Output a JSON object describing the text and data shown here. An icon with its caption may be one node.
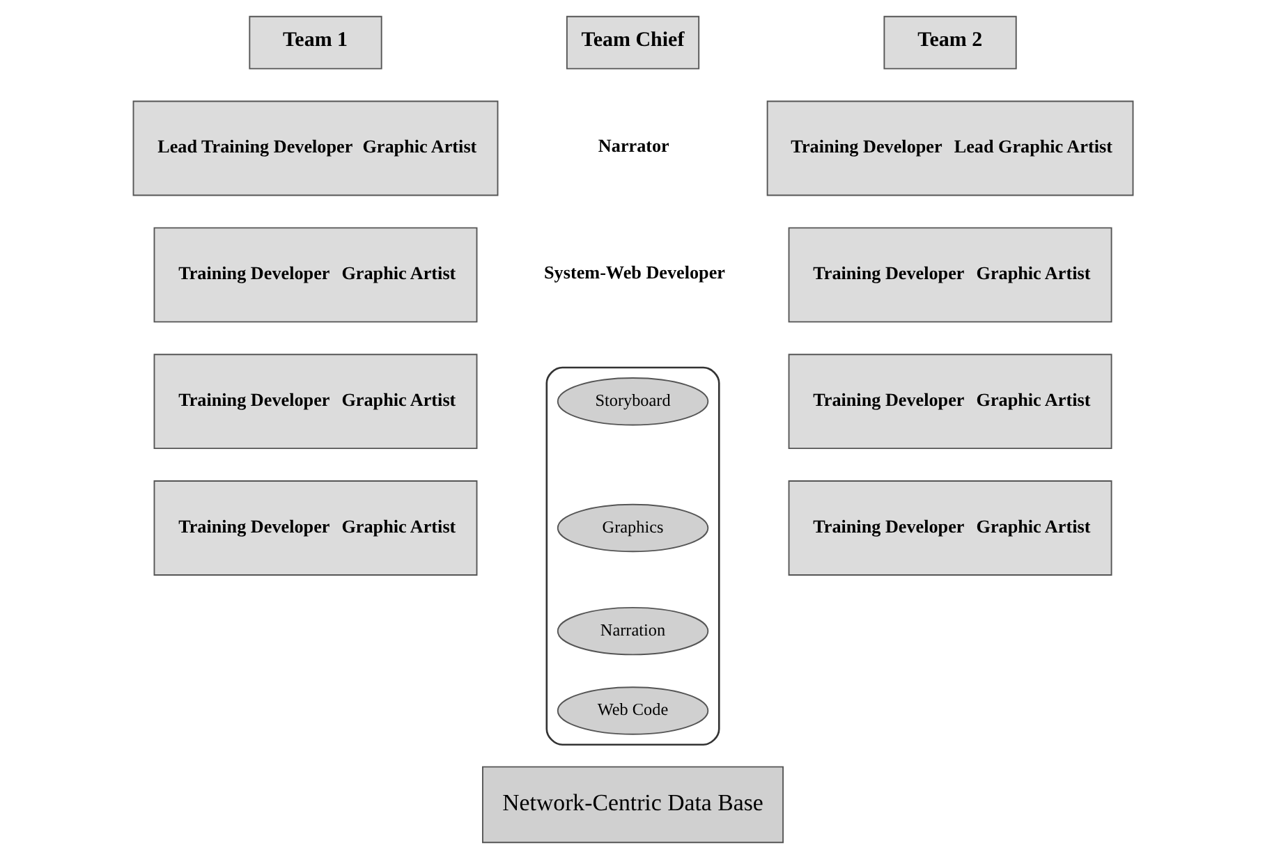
{
  "diagram": {
    "nodes": [
      {
        "text": [
          "Team 1"
        ]
      },
      {
        "text": [
          "Team Chief"
        ]
      },
      {
        "text": [
          "Team 2"
        ]
      },
      {
        "text": [
          "Lead Training Developer",
          "Graphic Artist"
        ]
      },
      {
        "text": [
          "Training Developer",
          "Graphic Artist"
        ]
      },
      {
        "text": [
          "Training Developer",
          "Graphic Artist"
        ]
      },
      {
        "text": [
          "Training Developer",
          "Graphic Artist"
        ]
      },
      {
        "text": [],
        "shape": "cylinder"
      },
      {
        "text": [
          "Storyboard"
        ],
        "in": 7
      },
      {
        "text": [
          "Graphics"
        ],
        "in": 7
      },
      {
        "text": [
          "Narration"
        ],
        "in": 7
      },
      {
        "text": [
          "Web Code"
        ],
        "in": 7
      },
      {
        "text": [
          "Network-Centric Data Base"
        ]
      },
      {
        "text": [
          "Training Developer",
          "Lead Graphic Artist"
        ]
      },
      {
        "text": [
          "Training Developer",
          "Graphic Artist"
        ]
      },
      {
        "text": [
          "Training Developer",
          "Graphic Artist"
        ]
      },
      {
        "text": [
          "Training Developer",
          "Graphic Artist"
        ]
      }
    ],
    "labels": [
      "Narrator",
      "System-Web Developer"
    ]
  }
}
